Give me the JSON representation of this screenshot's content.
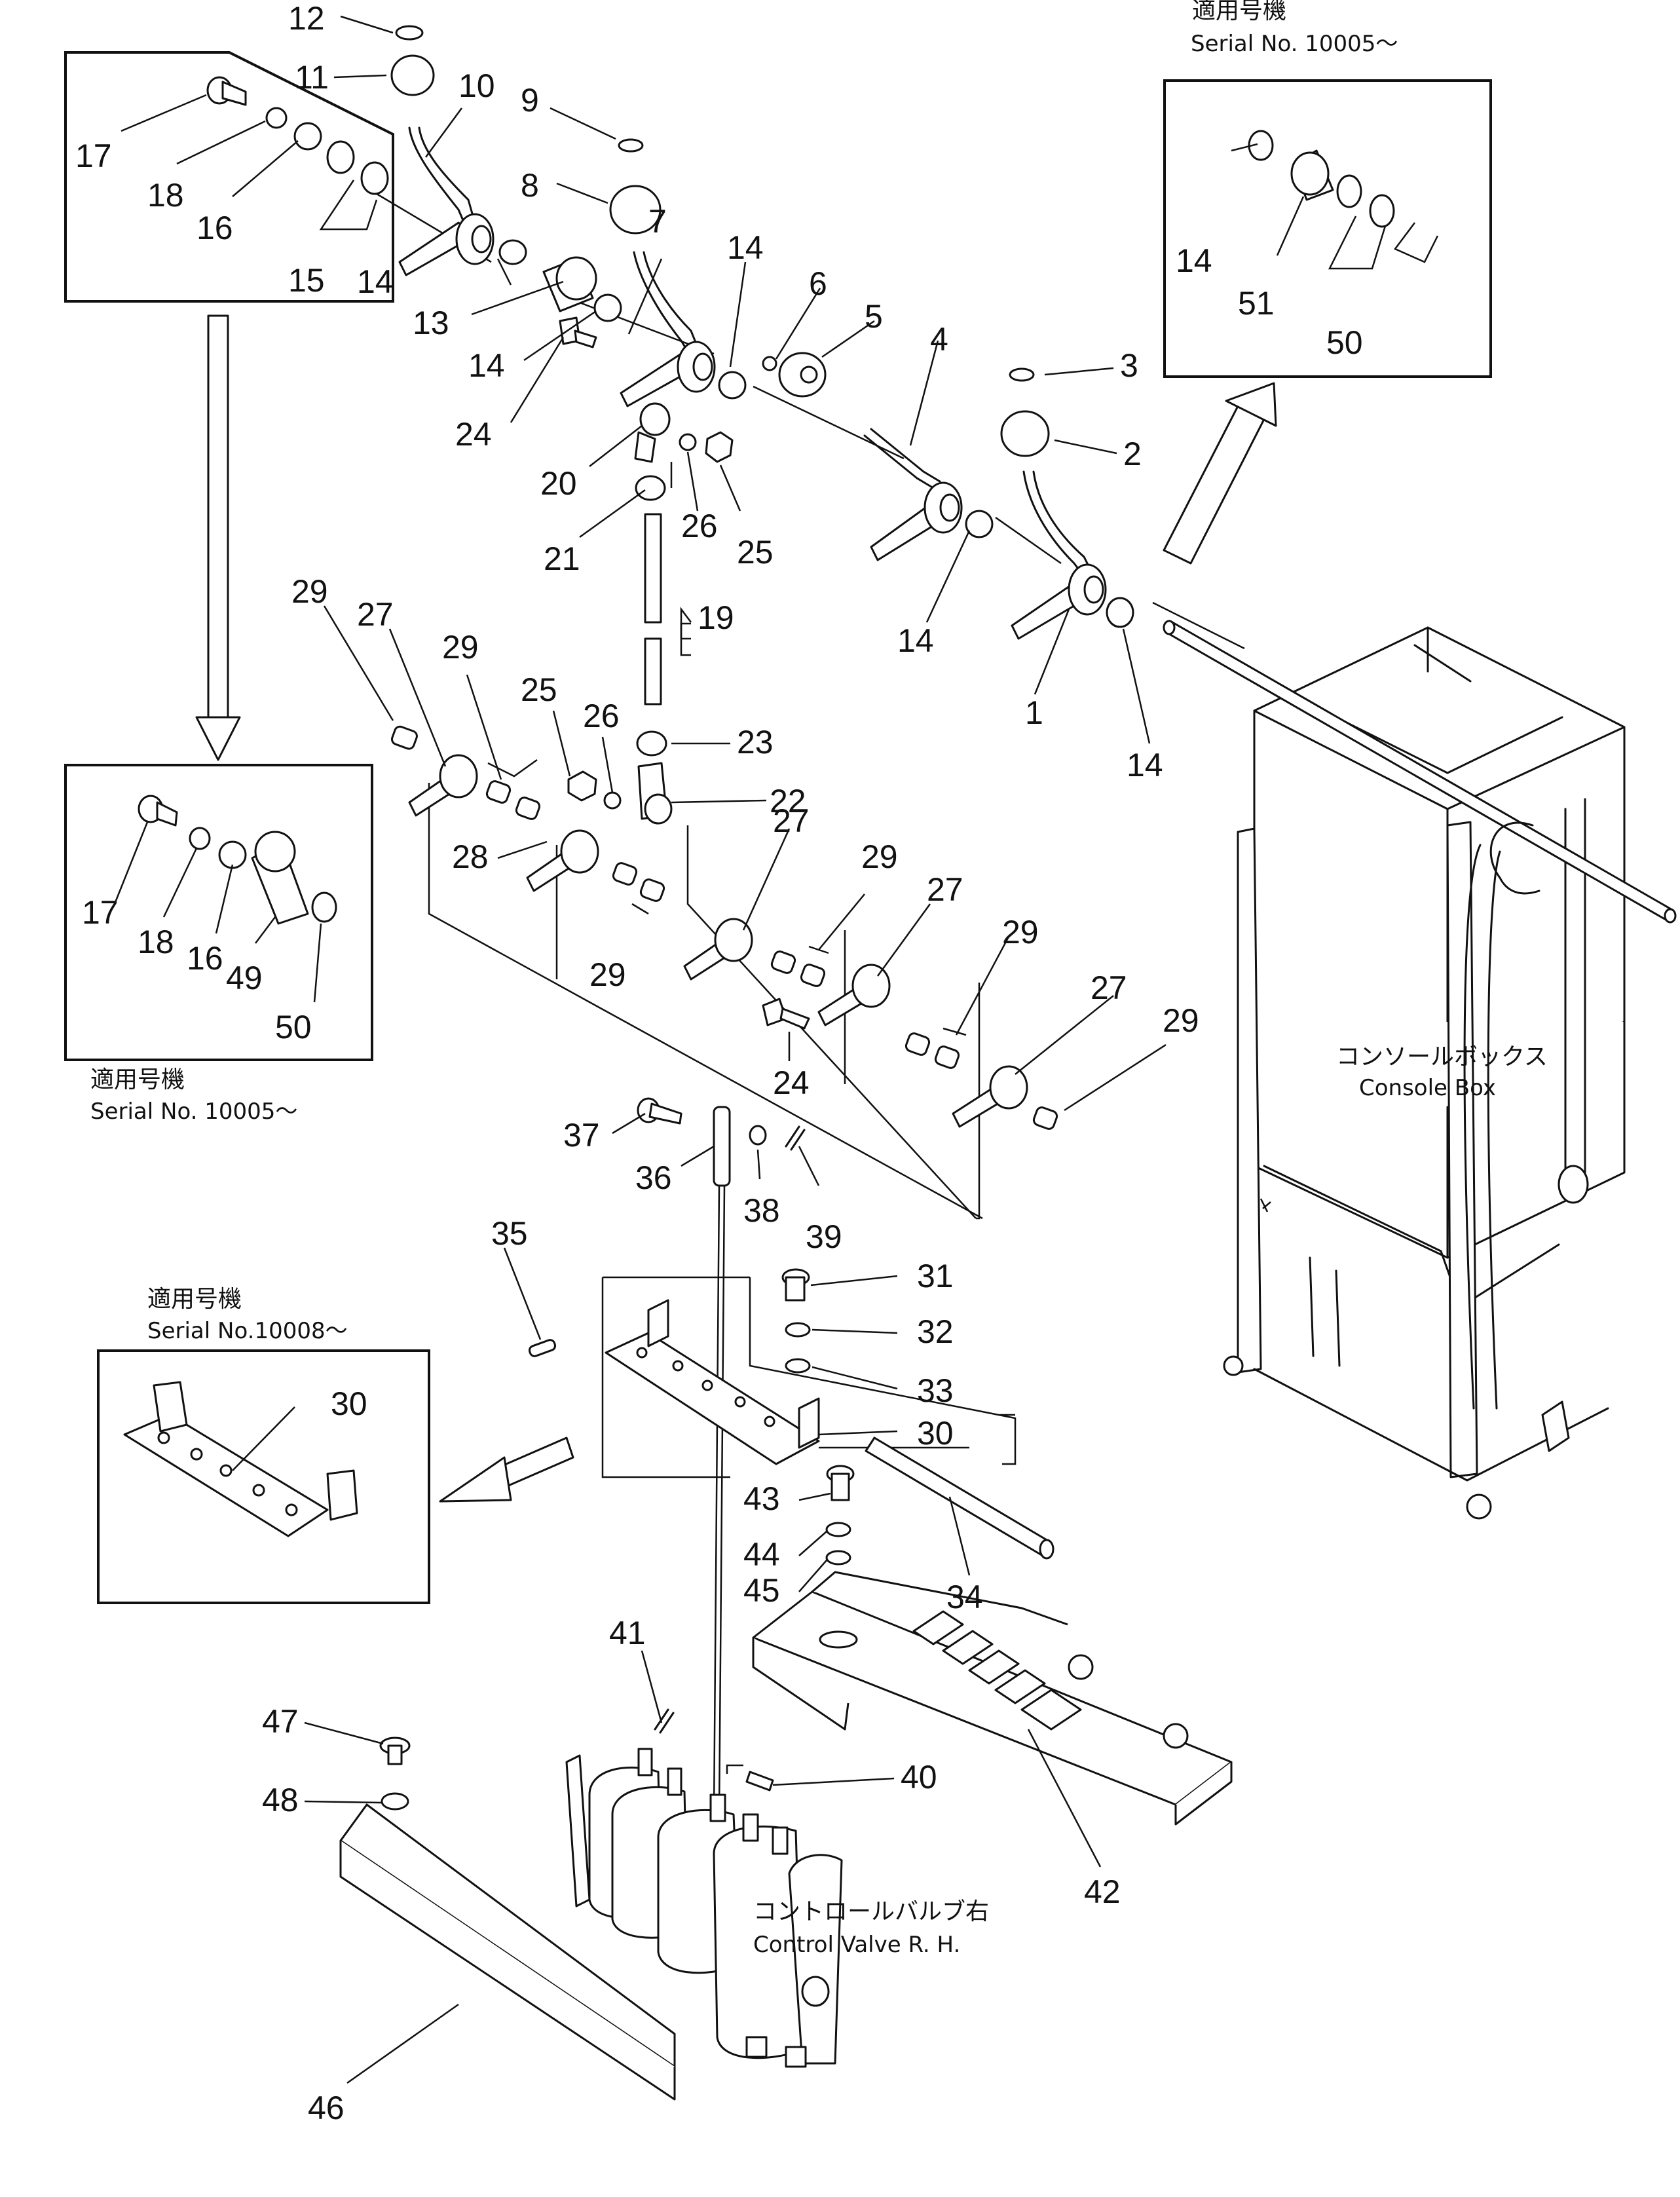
{
  "serial_notes": {
    "jp": "適用号機",
    "top_right": "Serial No. 10005～",
    "left": "Serial No. 10005～",
    "lower_left": "Serial No.10008～"
  },
  "component_labels": {
    "console_jp": "コンソールボックス",
    "console_en": "Console Box",
    "valve_jp": "コントロールバルブ右",
    "valve_en": "Control Valve R. H."
  },
  "callouts": [
    "12",
    "11",
    "10",
    "9",
    "8",
    "17",
    "18",
    "16",
    "15",
    "14",
    "13",
    "14",
    "7",
    "14",
    "6",
    "5",
    "4",
    "3",
    "2",
    "24",
    "20",
    "26",
    "25",
    "21",
    "19",
    "14",
    "1",
    "14",
    "29",
    "27",
    "29",
    "25",
    "26",
    "23",
    "22",
    "28",
    "29",
    "27",
    "29",
    "27",
    "29",
    "27",
    "29",
    "24",
    "37",
    "36",
    "38",
    "39",
    "51",
    "50",
    "14",
    "17",
    "18",
    "16",
    "49",
    "50",
    "35",
    "31",
    "32",
    "33",
    "30",
    "30",
    "43",
    "44",
    "45",
    "34",
    "41",
    "40",
    "42",
    "47",
    "48",
    "46"
  ]
}
